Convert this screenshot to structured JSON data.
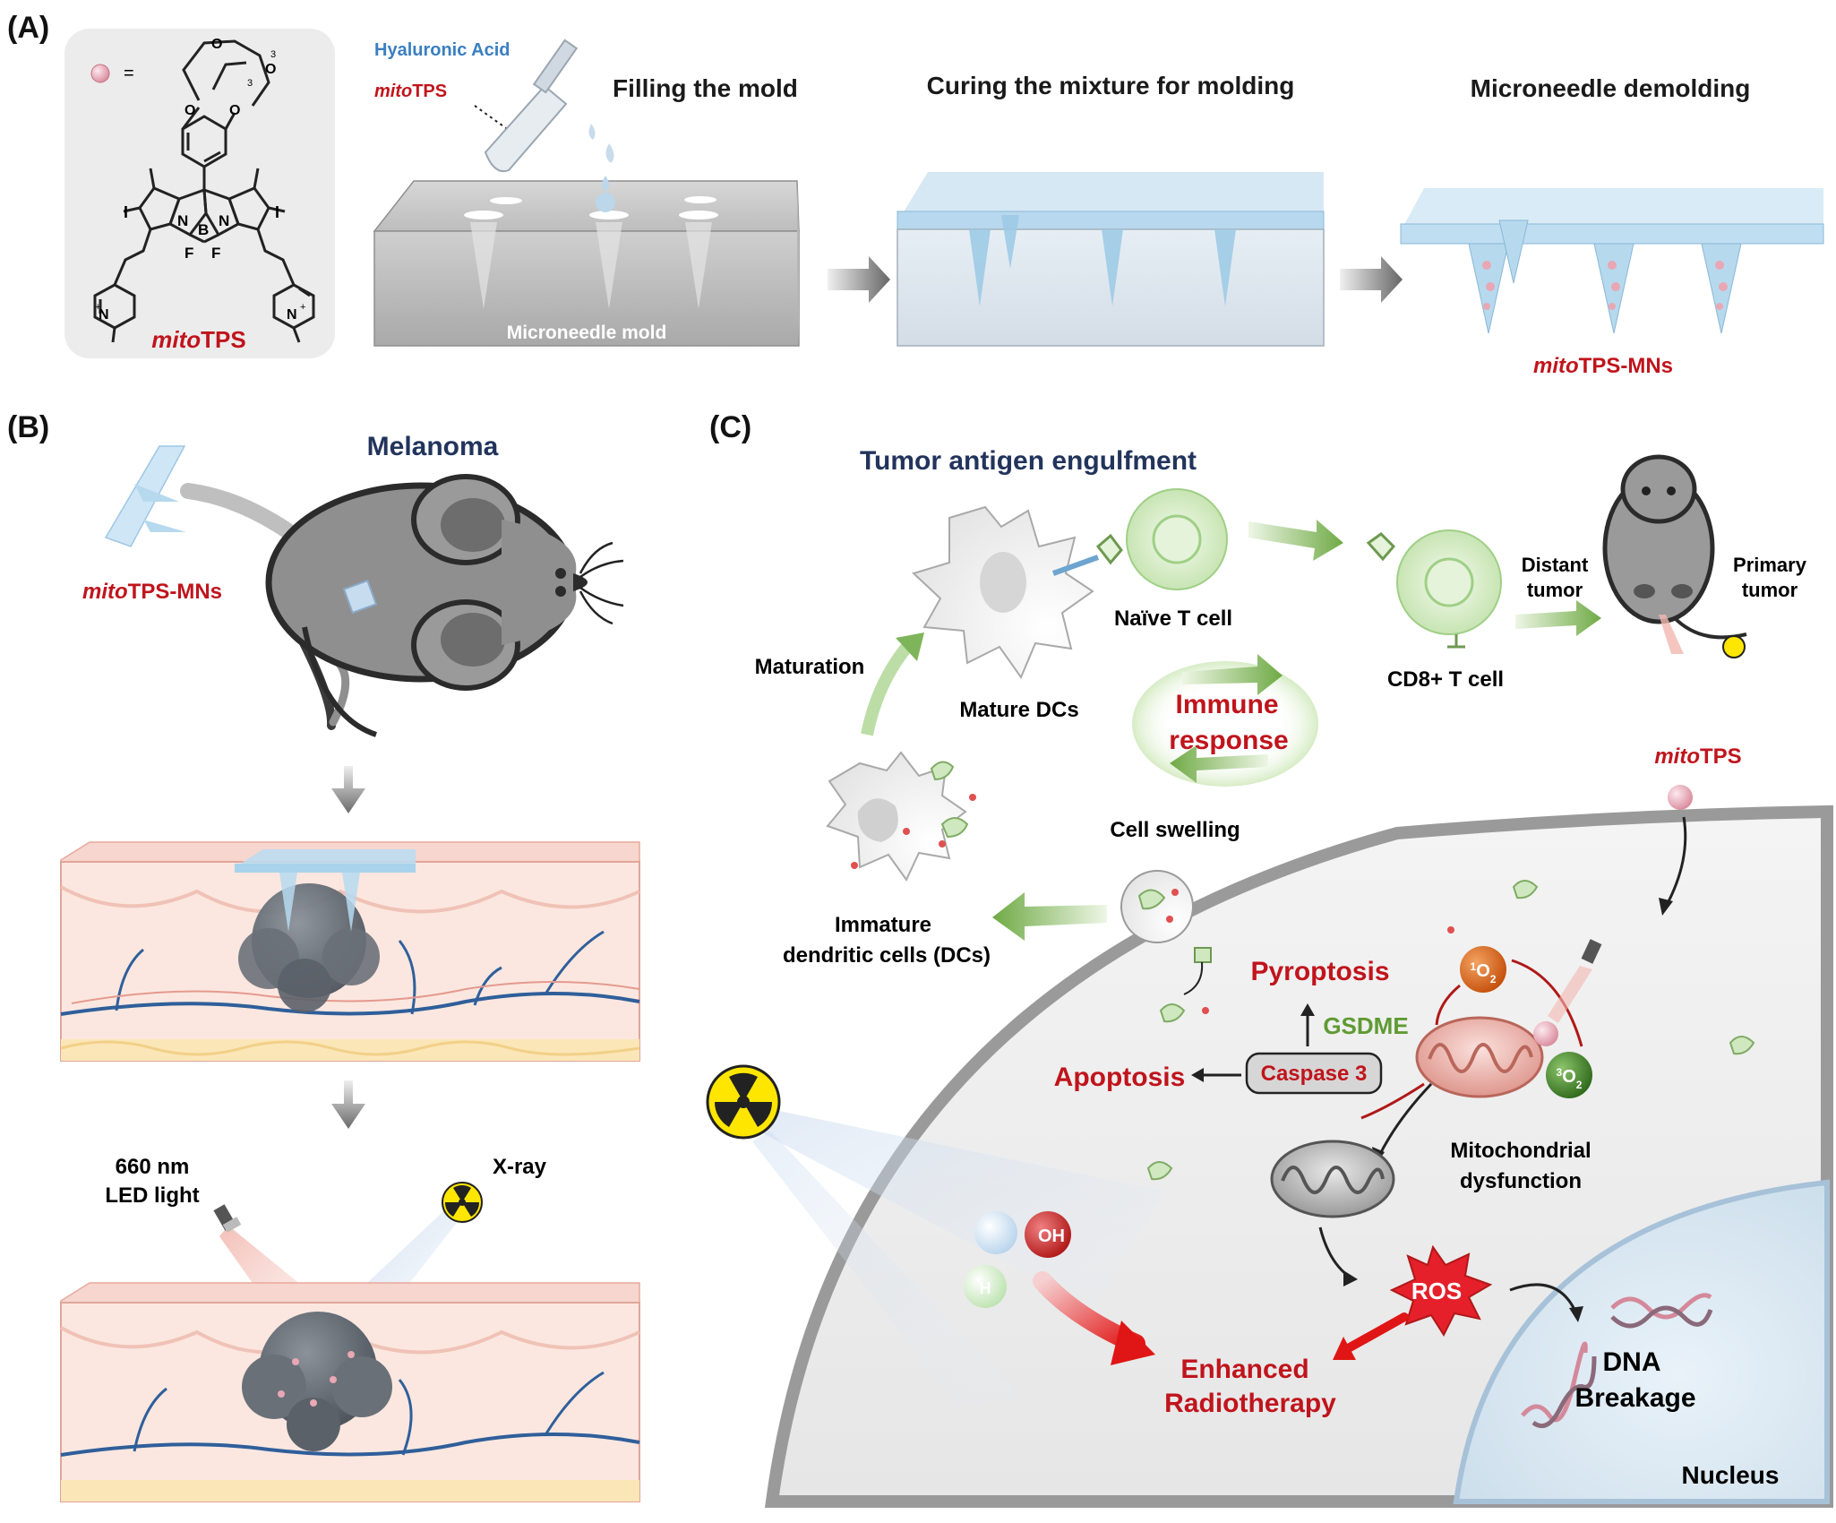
{
  "panels": {
    "a": "(A)",
    "b": "(B)",
    "c": "(C)"
  },
  "panel_a": {
    "legend_equals": "=",
    "molecule_name": {
      "prefix": "mito",
      "suffix": "TPS"
    },
    "ingredient_ha": "Hyaluronic Acid",
    "ingredient_drug": {
      "prefix": "mito",
      "suffix": "TPS"
    },
    "step1": "Filling the mold",
    "step2": "Curing the mixture for molding",
    "step3": "Microneedle demolding",
    "mold_label": "Microneedle mold",
    "product_label": {
      "prefix": "mito",
      "suffix": "TPS-MNs"
    },
    "atoms": {
      "iodine": "I",
      "nitrogen": "N",
      "boron": "B",
      "fluorine": "F",
      "plus": "+",
      "oxygen": "O",
      "subscript": "3"
    }
  },
  "panel_b": {
    "title": "Melanoma",
    "patch_label": {
      "prefix": "mito",
      "suffix": "TPS-MNs"
    },
    "light_label_1": "660 nm",
    "light_label_2": "LED light",
    "xray_label": "X-ray"
  },
  "panel_c": {
    "title": "Tumor antigen engulfment",
    "naive_t": "Naïve T cell",
    "mature_dc": "Mature DCs",
    "cd8": "CD8+ T cell",
    "distant_tumor_1": "Distant",
    "distant_tumor_2": "tumor",
    "primary_tumor_1": "Primary",
    "primary_tumor_2": "tumor",
    "maturation": "Maturation",
    "immune_1": "Immune",
    "immune_2": "response",
    "drug": {
      "prefix": "mito",
      "suffix": "TPS"
    },
    "cell_swelling": "Cell swelling",
    "immature_1": "Immature",
    "immature_2": "dendritic cells (DCs)",
    "pyroptosis": "Pyroptosis",
    "gsdme": "GSDME",
    "apoptosis": "Apoptosis",
    "caspase": "Caspase 3",
    "singlet_oxygen": {
      "sup": "1",
      "base": "O",
      "sub": "2"
    },
    "triplet_oxygen": {
      "sup": "3",
      "base": "O",
      "sub": "2"
    },
    "mito_dys_1": "Mitochondrial",
    "mito_dys_2": "dysfunction",
    "oh": "OH",
    "h": "H",
    "ros": "ROS",
    "rt_1": "Enhanced",
    "rt_2": "Radiotherapy",
    "dna_1": "DNA",
    "dna_2": "Breakage",
    "nucleus": "Nucleus"
  },
  "colors": {
    "accent_red": "#c0141c",
    "navy": "#22345c",
    "green": "#5f9a33",
    "needle_blue": "#a9d3ec",
    "pink": "#e9a7b4"
  }
}
